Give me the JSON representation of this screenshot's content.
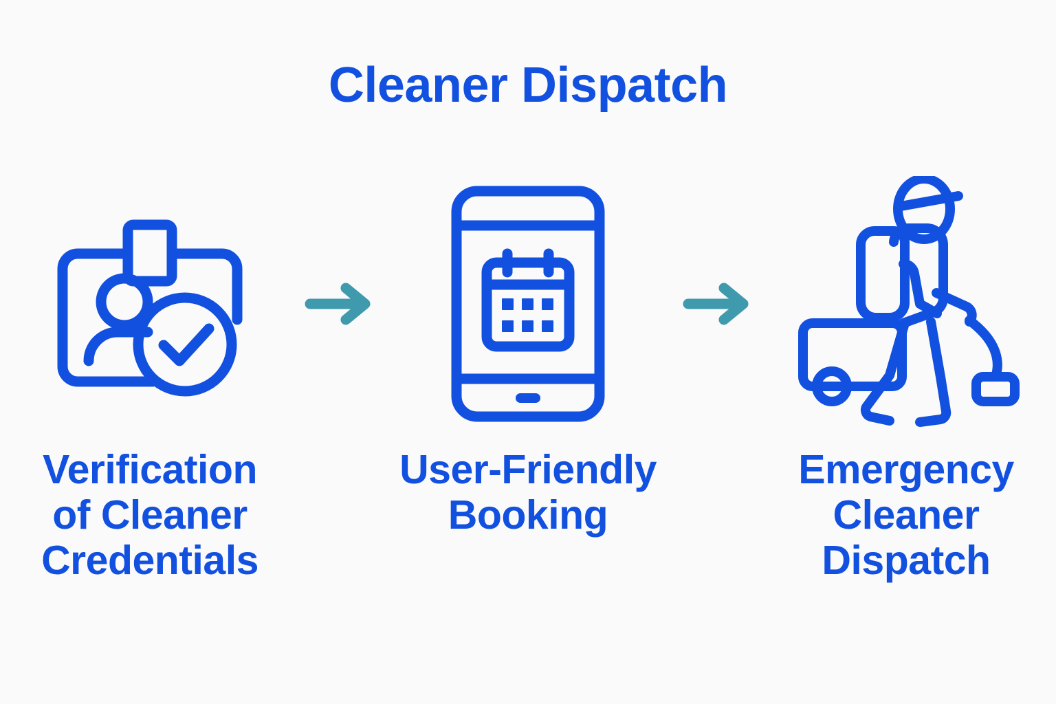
{
  "page": {
    "title": "Cleaner Dispatch",
    "background_color": "#fafafa",
    "brand_blue": "#1250e0",
    "accent_teal": "#3e9aac"
  },
  "steps": [
    {
      "icon": "id-badge-verified-icon",
      "label": "Verification\nof Cleaner\nCredentials"
    },
    {
      "icon": "smartphone-calendar-booking-icon",
      "label": "User-Friendly\nBooking"
    },
    {
      "icon": "cleaner-with-vacuum-cart-icon",
      "label": "Emergency\nCleaner\nDispatch"
    }
  ],
  "arrows": [
    {
      "name": "arrow-right-1",
      "direction": "right"
    },
    {
      "name": "arrow-right-2",
      "direction": "right"
    }
  ]
}
